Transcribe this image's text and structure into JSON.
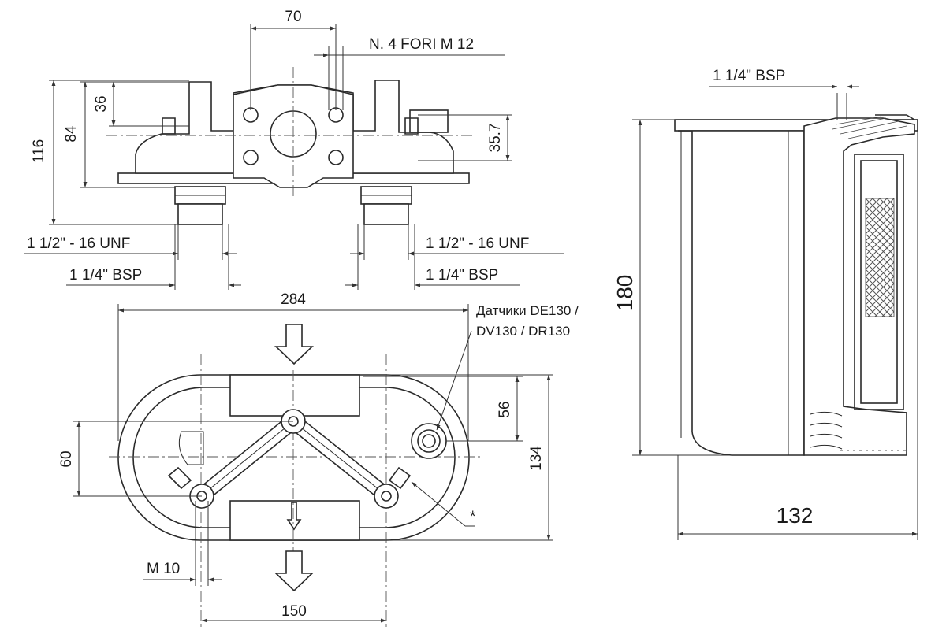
{
  "drawing": {
    "front_view": {
      "pitch": "70",
      "holes_note": "N. 4 FORI M 12",
      "height_overall": "116",
      "height_ports": "84",
      "height_top": "36",
      "height_right": "35.7",
      "thread_left": "1 1/2\" - 16 UNF",
      "thread_right": "1 1/2\" - 16 UNF",
      "port_left": "1 1/4\" BSP",
      "port_right": "1 1/4\" BSP"
    },
    "top_view": {
      "width_overall": "284",
      "sensors_line1": "Датчики DE130 /",
      "sensors_line2": "DV130 / DR130",
      "dim_56": "56",
      "dim_60": "60",
      "dim_134": "134",
      "asterisk": "*",
      "screw": "M 10",
      "bolt_spacing": "150"
    },
    "side_view": {
      "port": "1 1/4\" BSP",
      "height": "180",
      "width": "132"
    }
  }
}
